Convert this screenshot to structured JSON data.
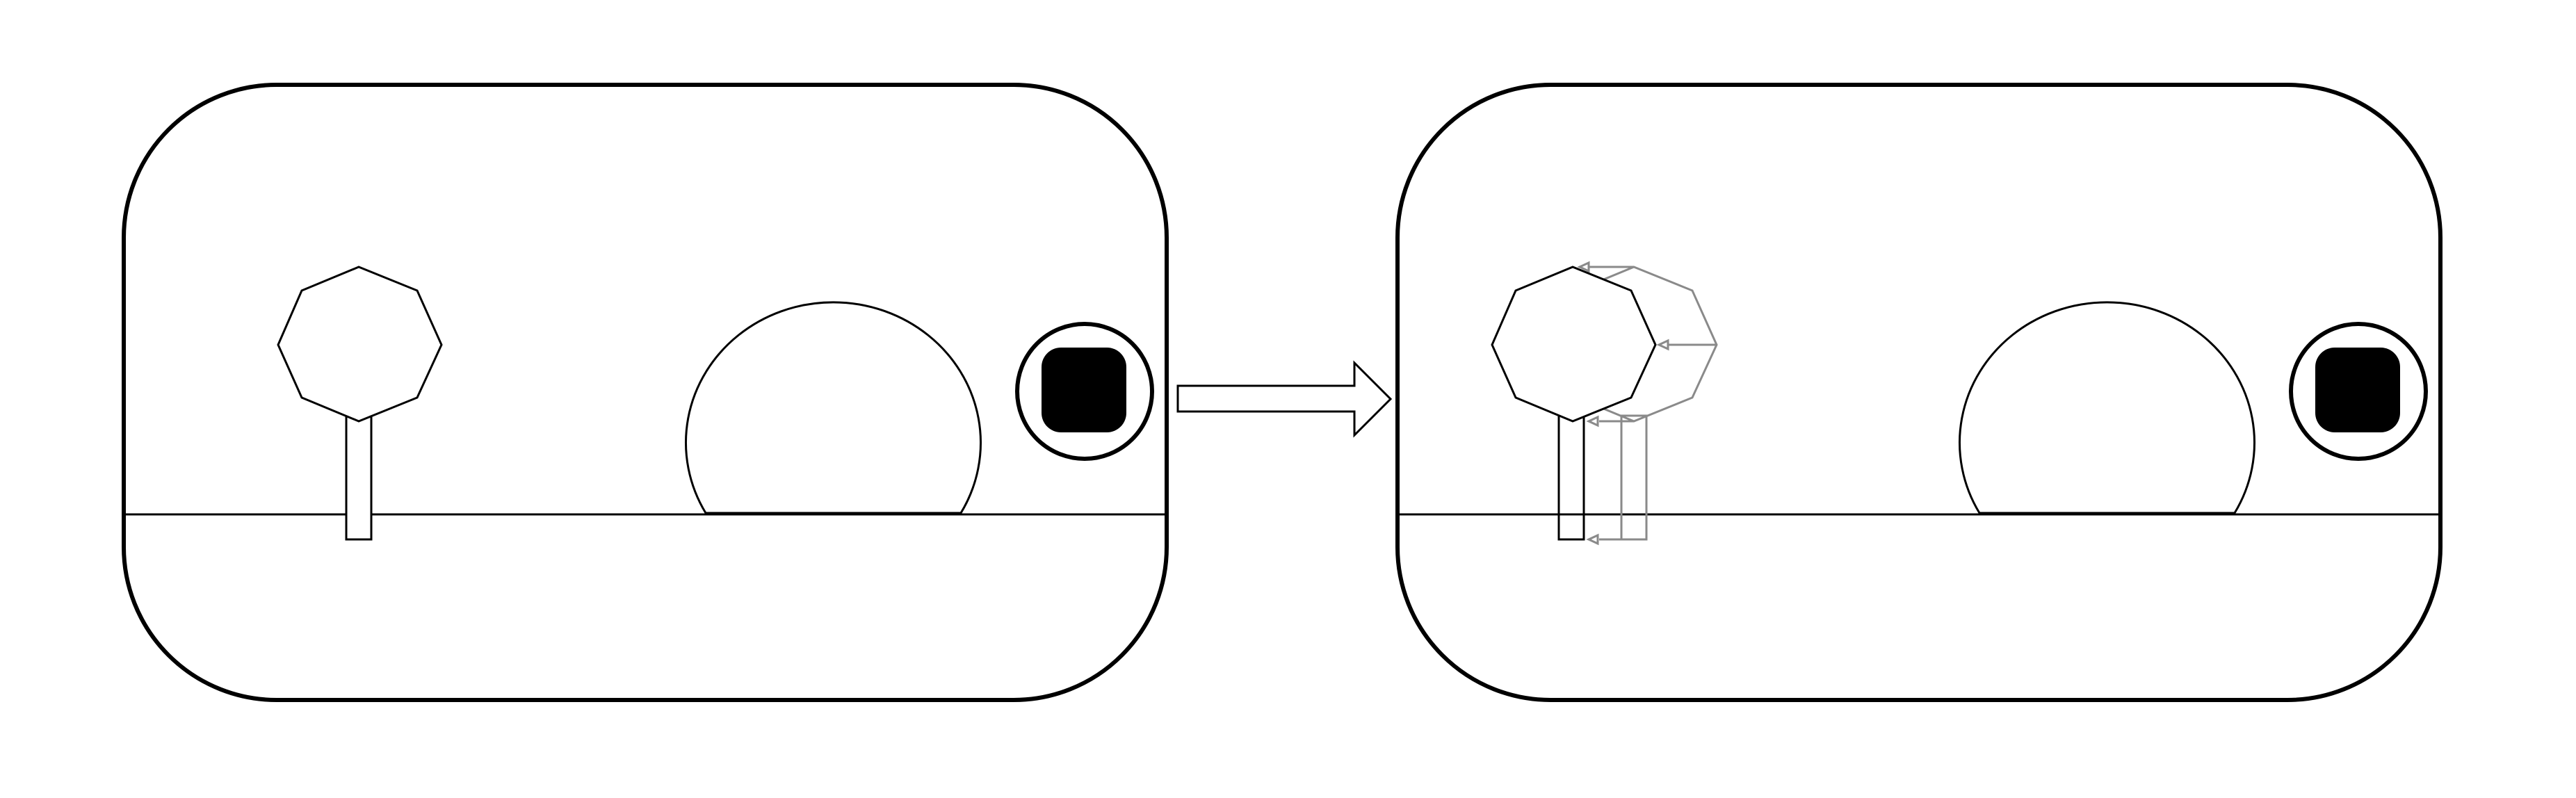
{
  "diagram": {
    "description_text": "",
    "stroke_color": "#000000",
    "ghost_color": "#8a8a8a",
    "background_color": "#ffffff",
    "panels": [
      {
        "id": "before",
        "elements": [
          "rounded-frame",
          "ground-line",
          "octagon-on-post",
          "dome",
          "round-button"
        ]
      },
      {
        "id": "after",
        "elements": [
          "rounded-frame",
          "ground-line",
          "octagon-on-post",
          "ghost-octagon-shifted-right",
          "dome",
          "round-button"
        ]
      }
    ],
    "transition": {
      "icon": "right-arrow-icon"
    }
  }
}
